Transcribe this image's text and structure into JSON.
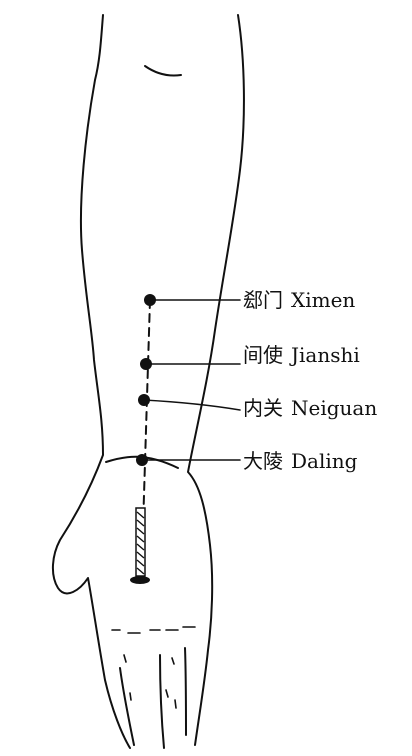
{
  "colors": {
    "ink": "#111111",
    "background": "#ffffff"
  },
  "points": [
    {
      "id": "ximen",
      "chinese": "郄门",
      "pinyin": "Ximen"
    },
    {
      "id": "jianshi",
      "chinese": "间使",
      "pinyin": "Jianshi"
    },
    {
      "id": "neiguan",
      "chinese": "内关",
      "pinyin": "Neiguan"
    },
    {
      "id": "daling",
      "chinese": "大陵",
      "pinyin": "Daling"
    }
  ]
}
